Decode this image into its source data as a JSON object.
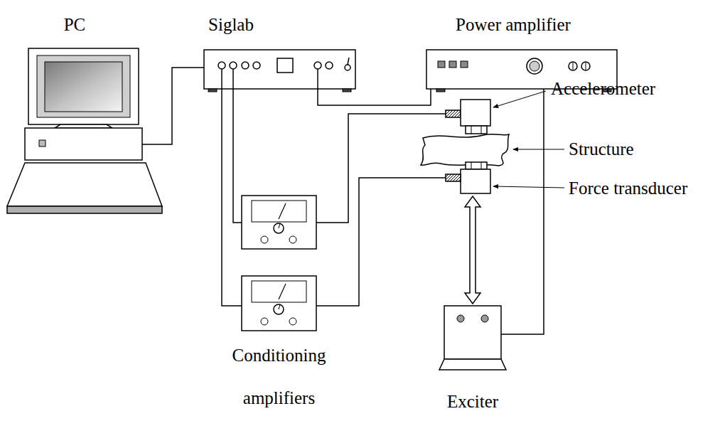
{
  "diagram": {
    "nodes": [
      {
        "text": [
          "PC"
        ]
      },
      {
        "text": [
          "Siglab"
        ]
      },
      {
        "text": [
          "Power amplifier"
        ]
      },
      {
        "text": [
          "Accelerometer"
        ]
      },
      {
        "text": [
          "Structure"
        ]
      },
      {
        "text": [
          "Force transducer"
        ]
      },
      {
        "text": [
          "Conditioning amplifiers"
        ]
      },
      {
        "text": [
          "Exciter"
        ]
      }
    ],
    "edges": [
      {
        "from": 0,
        "to": 1,
        "arrow": "none"
      },
      {
        "from": 1,
        "to": 2,
        "arrow": "none"
      },
      {
        "from": 1,
        "to": 6,
        "arrow": "none"
      },
      {
        "from": 1,
        "to": 6,
        "arrow": "none"
      },
      {
        "from": 6,
        "to": 3,
        "arrow": "none"
      },
      {
        "from": 6,
        "to": 5,
        "arrow": "none"
      },
      {
        "from": 2,
        "to": 7,
        "arrow": "none"
      },
      {
        "from": 7,
        "to": 5,
        "arrow": "both"
      }
    ]
  }
}
